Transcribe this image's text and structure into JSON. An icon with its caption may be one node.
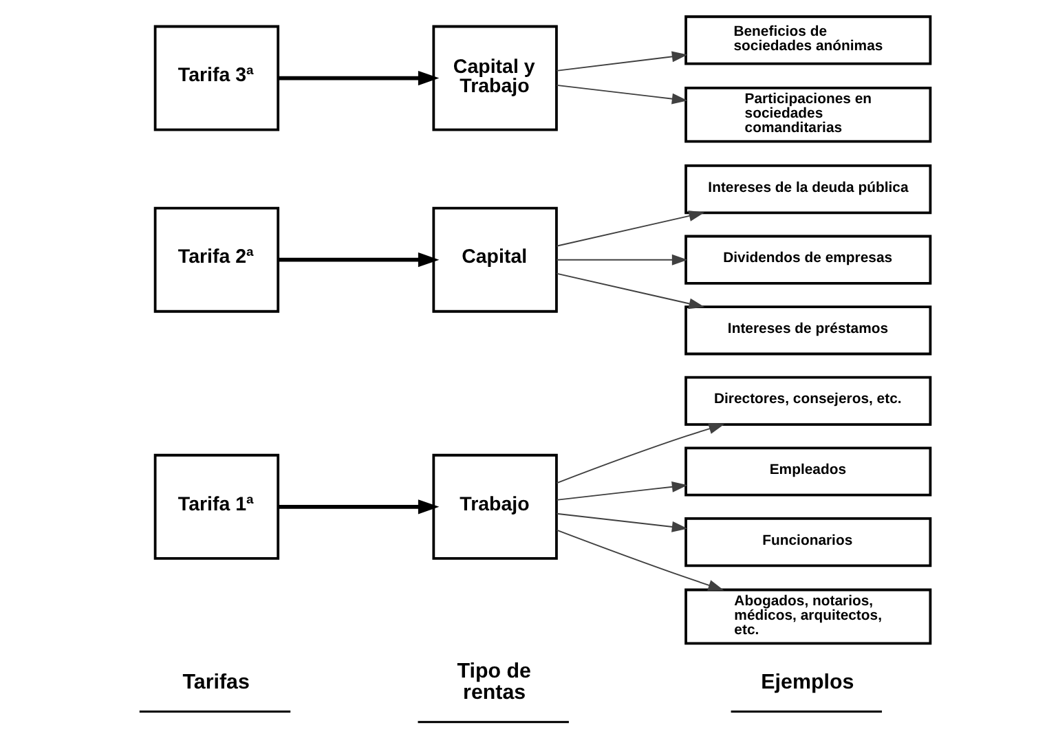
{
  "diagram": {
    "nodes": [
      {
        "text": [
          "Tarifa 1ª"
        ]
      },
      {
        "text": [
          "Trabajo"
        ]
      },
      {
        "text": [
          "Directores, consejeros, etc."
        ]
      },
      {
        "text": [
          "Empleados"
        ]
      },
      {
        "text": [
          "Funcionarios"
        ]
      },
      {
        "text": [
          "Abogados, notarios, médicos, arquitectos, etc."
        ]
      },
      {
        "text": [
          "Tarifa 2ª"
        ]
      },
      {
        "text": [
          "Capital"
        ]
      },
      {
        "text": [
          "Intereses de la deuda pública"
        ]
      },
      {
        "text": [
          "Dividendos de empresas"
        ]
      },
      {
        "text": [
          "Intereses de préstamos"
        ]
      },
      {
        "text": [
          "Tarifa 3ª"
        ]
      },
      {
        "text": [
          "Capital y Trabajo"
        ]
      },
      {
        "text": [
          "Beneficios de sociedades anónimas"
        ]
      },
      {
        "text": [
          "Participaciones en sociedades comanditarias"
        ]
      }
    ],
    "edges": [
      {
        "from": 0,
        "to": 1,
        "arrow": "to",
        "style": "thick"
      },
      {
        "from": 1,
        "to": 2,
        "arrow": "to"
      },
      {
        "from": 1,
        "to": 3,
        "arrow": "to"
      },
      {
        "from": 1,
        "to": 4,
        "arrow": "to"
      },
      {
        "from": 1,
        "to": 5,
        "arrow": "to"
      },
      {
        "from": 6,
        "to": 7,
        "arrow": "to",
        "style": "thick"
      },
      {
        "from": 7,
        "to": 8,
        "arrow": "to"
      },
      {
        "from": 7,
        "to": 9,
        "arrow": "to"
      },
      {
        "from": 7,
        "to": 10,
        "arrow": "to"
      },
      {
        "from": 11,
        "to": 12,
        "arrow": "to",
        "style": "thick"
      },
      {
        "from": 12,
        "to": 13,
        "arrow": "to"
      },
      {
        "from": 12,
        "to": 14,
        "arrow": "to"
      }
    ],
    "labels": [
      "Tarifas",
      "Tipo de rentas",
      "Ejemplos"
    ]
  }
}
